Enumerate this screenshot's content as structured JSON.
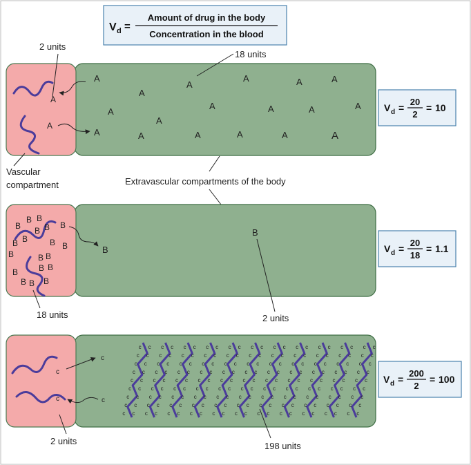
{
  "formula_header": {
    "lhs": "V",
    "lhs_sub": "d",
    "numerator": "Amount of drug in the body",
    "denominator": "Concentration in the blood"
  },
  "panels": [
    {
      "letter": "A",
      "vascular_units_label": "2 units",
      "extravascular_units_label": "18 units",
      "vd": {
        "lhs": "V",
        "lhs_sub": "d",
        "numerator": "20",
        "denominator": "2",
        "result": "10"
      }
    },
    {
      "letter": "B",
      "vascular_units_label": "18 units",
      "extravascular_units_label": "2 units",
      "vd": {
        "lhs": "V",
        "lhs_sub": "d",
        "numerator": "20",
        "denominator": "18",
        "result": "1.1"
      }
    },
    {
      "letter": "c",
      "vascular_units_label": "2 units",
      "extravascular_units_label": "198 units",
      "vd": {
        "lhs": "V",
        "lhs_sub": "d",
        "numerator": "200",
        "denominator": "2",
        "result": "100"
      }
    }
  ],
  "labels": {
    "vascular_line1": "Vascular",
    "vascular_line2": "compartment",
    "extravascular": "Extravascular compartments of the body"
  },
  "colors": {
    "vascular_fill": "#f4aaaa",
    "extravascular_fill": "#8fb08f",
    "formula_box_fill": "#e9f1f8",
    "wiggle_stroke": "#4b3c9b"
  }
}
